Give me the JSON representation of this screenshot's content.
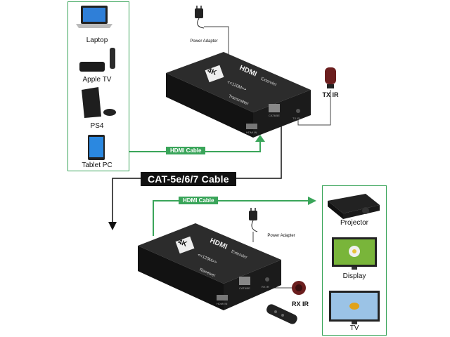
{
  "sources": {
    "items": [
      {
        "label": "Laptop",
        "icon": "laptop-icon"
      },
      {
        "label": "Apple TV",
        "icon": "apple-tv-icon"
      },
      {
        "label": "PS4",
        "icon": "ps4-icon"
      },
      {
        "label": "Tablet PC",
        "icon": "tablet-icon"
      }
    ]
  },
  "displays": {
    "items": [
      {
        "label": "Projector",
        "icon": "projector-icon"
      },
      {
        "label": "Display",
        "icon": "monitor-icon"
      },
      {
        "label": "TV",
        "icon": "tv-icon"
      }
    ]
  },
  "transmitter": {
    "power_label": "Power Adapter",
    "ir_label": "TX IR",
    "brand": "HDMI",
    "sub": "Extender",
    "range": "<<120M>>",
    "role": "Transmitter",
    "badge": "4K",
    "port_hdmi": "HDMI IN",
    "port_cat": "CAT6/5E",
    "port_ir": "TX IR"
  },
  "receiver": {
    "power_label": "Power Adapter",
    "ir_label": "RX IR",
    "brand": "HDMI",
    "sub": "Extender",
    "range": "<<120M>>",
    "role": "Receiver",
    "badge": "4K",
    "port_hdmi": "HDMI IN",
    "port_cat": "CAT6/5E",
    "port_ir": "RX IR"
  },
  "cables": {
    "hdmi_top": "HDMI  Cable",
    "hdmi_bottom": "HDMI  Cable",
    "cat": "CAT-5e/6/7 Cable"
  },
  "colors": {
    "accent": "#3aa55a",
    "device": "#1a1a1a",
    "ir": "#6b1e1e"
  }
}
